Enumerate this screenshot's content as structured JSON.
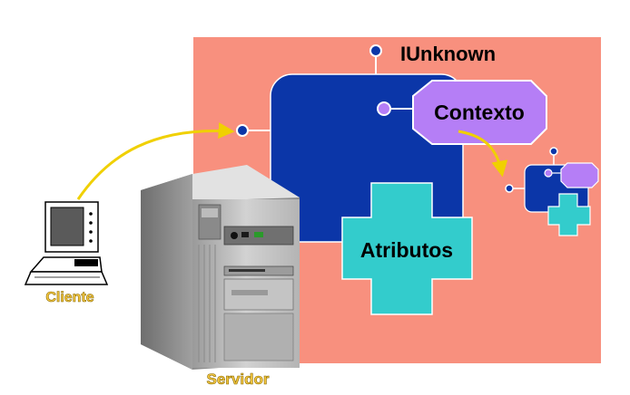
{
  "labels": {
    "iunknown": "IUnknown",
    "contexto": "Contexto",
    "atributos": "Atributos",
    "cliente": "Cliente",
    "servidor": "Servidor"
  },
  "colors": {
    "salmon": "#f8907e",
    "object_blue": "#0b36a8",
    "context_purple": "#b57ef6",
    "attributes_teal": "#33cccc",
    "arrow_yellow": "#f0d000",
    "label_yellow": "#f5c842",
    "interface_dot": "#0b36a8"
  }
}
